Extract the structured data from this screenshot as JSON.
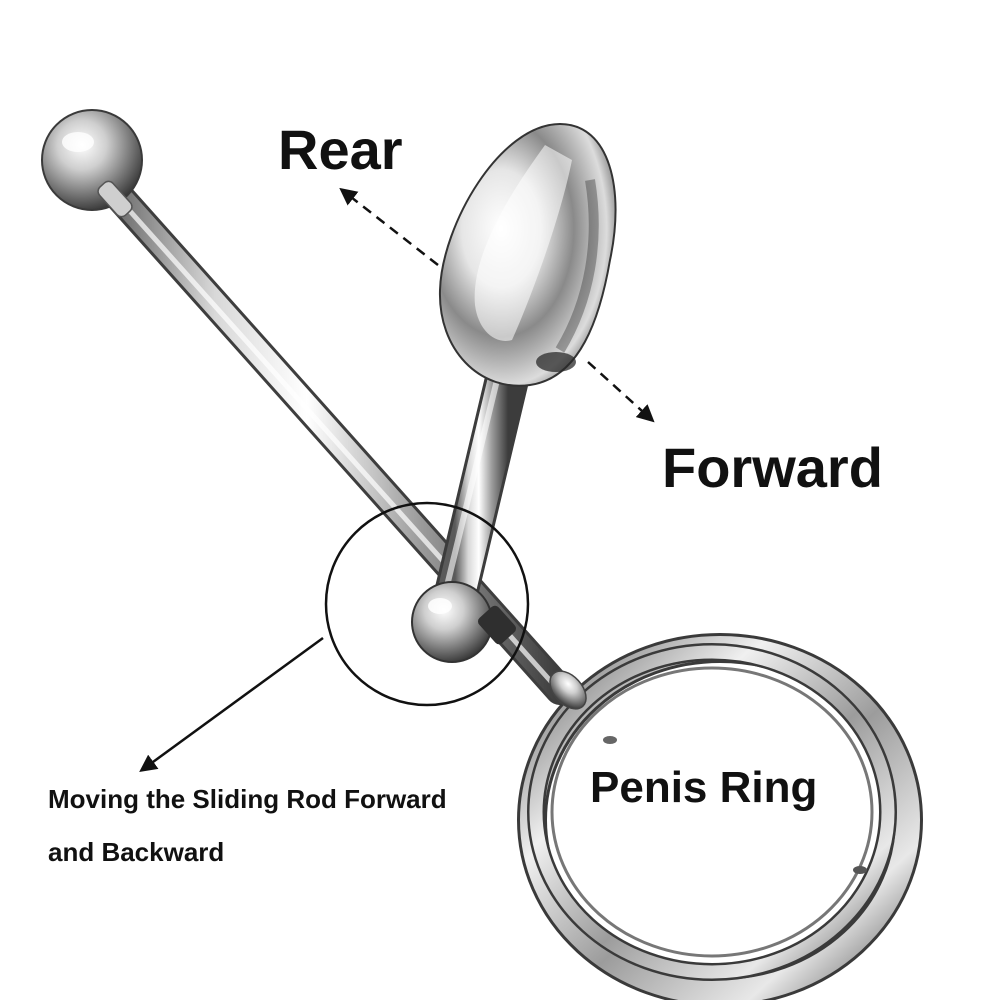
{
  "labels": {
    "rear": "Rear",
    "forward": "Forward",
    "penis_ring": "Penis Ring",
    "sliding_line1": "Moving the Sliding Rod Forward",
    "sliding_line2": "and Backward"
  },
  "colors": {
    "background": "#ffffff",
    "text": "#111111",
    "metal_light": "#f4f4f4",
    "metal_mid": "#b8b8b8",
    "metal_dark": "#4a4a4a"
  }
}
